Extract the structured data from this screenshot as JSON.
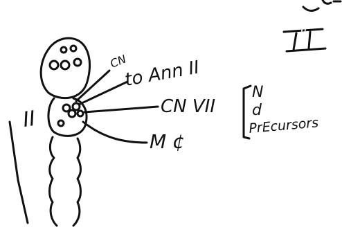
{
  "colors": {
    "background": "#ffffff",
    "ink": "#111111"
  },
  "labels": {
    "top_right_numeral": "II",
    "left_numeral": "II",
    "cn_abbrev": "CN",
    "to_ann": "to Ann II",
    "cn_vii": "CN VII",
    "m_phi": "M ¢",
    "bracket_n": "N",
    "bracket_d": "d",
    "precursors": "PrEcursors"
  }
}
